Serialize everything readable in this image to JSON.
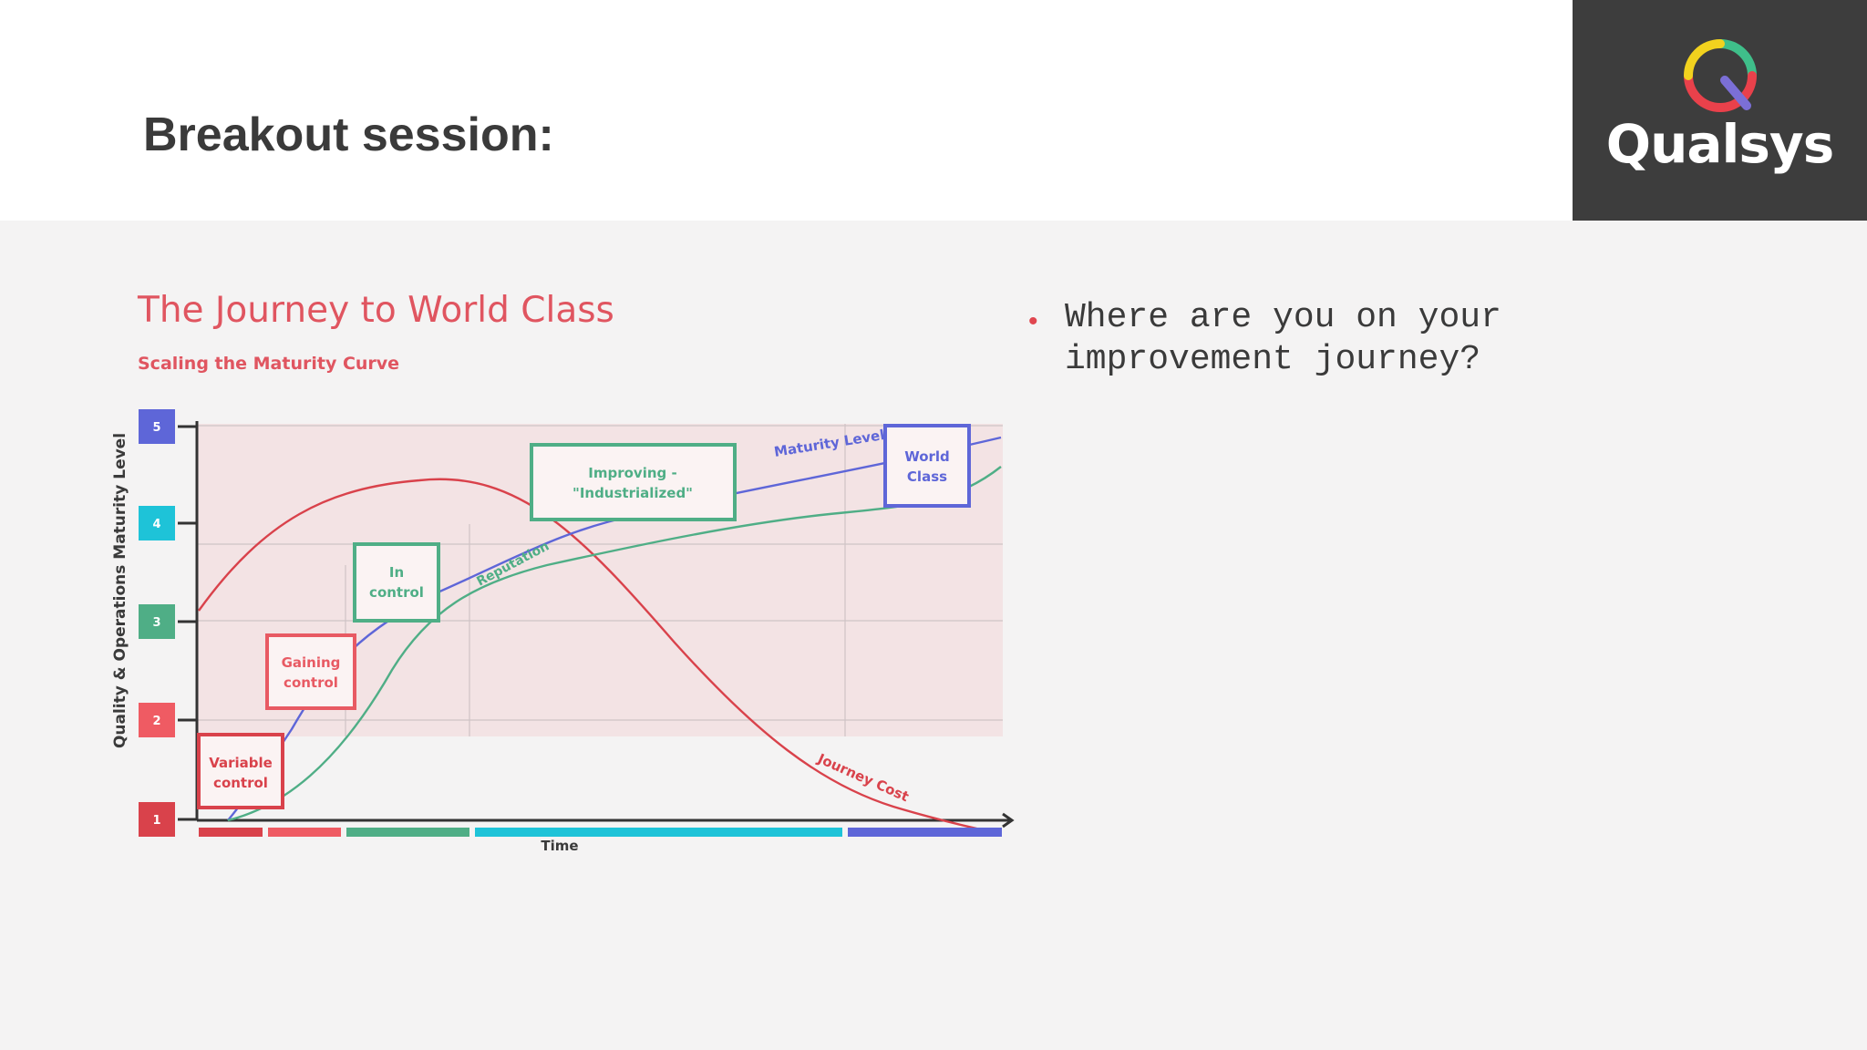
{
  "slide": {
    "title": "Breakout session:",
    "brand": "Qualsys",
    "bullet": "Where are you on your\nimprovement journey?"
  },
  "diagram": {
    "title": "The Journey to World Class",
    "subtitle": "Scaling the Maturity Curve",
    "y_axis_label": "Quality & Operations Maturity Level",
    "x_axis_label": "Time",
    "levels": [
      {
        "label": "1",
        "color": "#d9424b"
      },
      {
        "label": "2",
        "color": "#ef5b63"
      },
      {
        "label": "3",
        "color": "#4fae86"
      },
      {
        "label": "4",
        "color": "#1ec3d8"
      },
      {
        "label": "5",
        "color": "#5e66d8"
      }
    ],
    "stages": [
      {
        "line1": "Variable",
        "line2": "control",
        "color": "#d9424b"
      },
      {
        "line1": "Gaining",
        "line2": "control",
        "color": "#e85a63"
      },
      {
        "line1": "In",
        "line2": "control",
        "color": "#4fae86"
      },
      {
        "line1": "Improving -",
        "line2": "\"Industrialized\"",
        "color": "#4fae86"
      },
      {
        "line1": "World",
        "line2": "Class",
        "color": "#5e66d8"
      }
    ],
    "curve_labels": {
      "maturity": "Maturity Level",
      "reputation": "Reputation",
      "cost": "Journey Cost"
    },
    "colors": {
      "maturity": "#5e66d8",
      "reputation": "#4fae86",
      "cost": "#d9424b",
      "plot_bg": "#f3e3e4",
      "title": "#e05560"
    }
  }
}
